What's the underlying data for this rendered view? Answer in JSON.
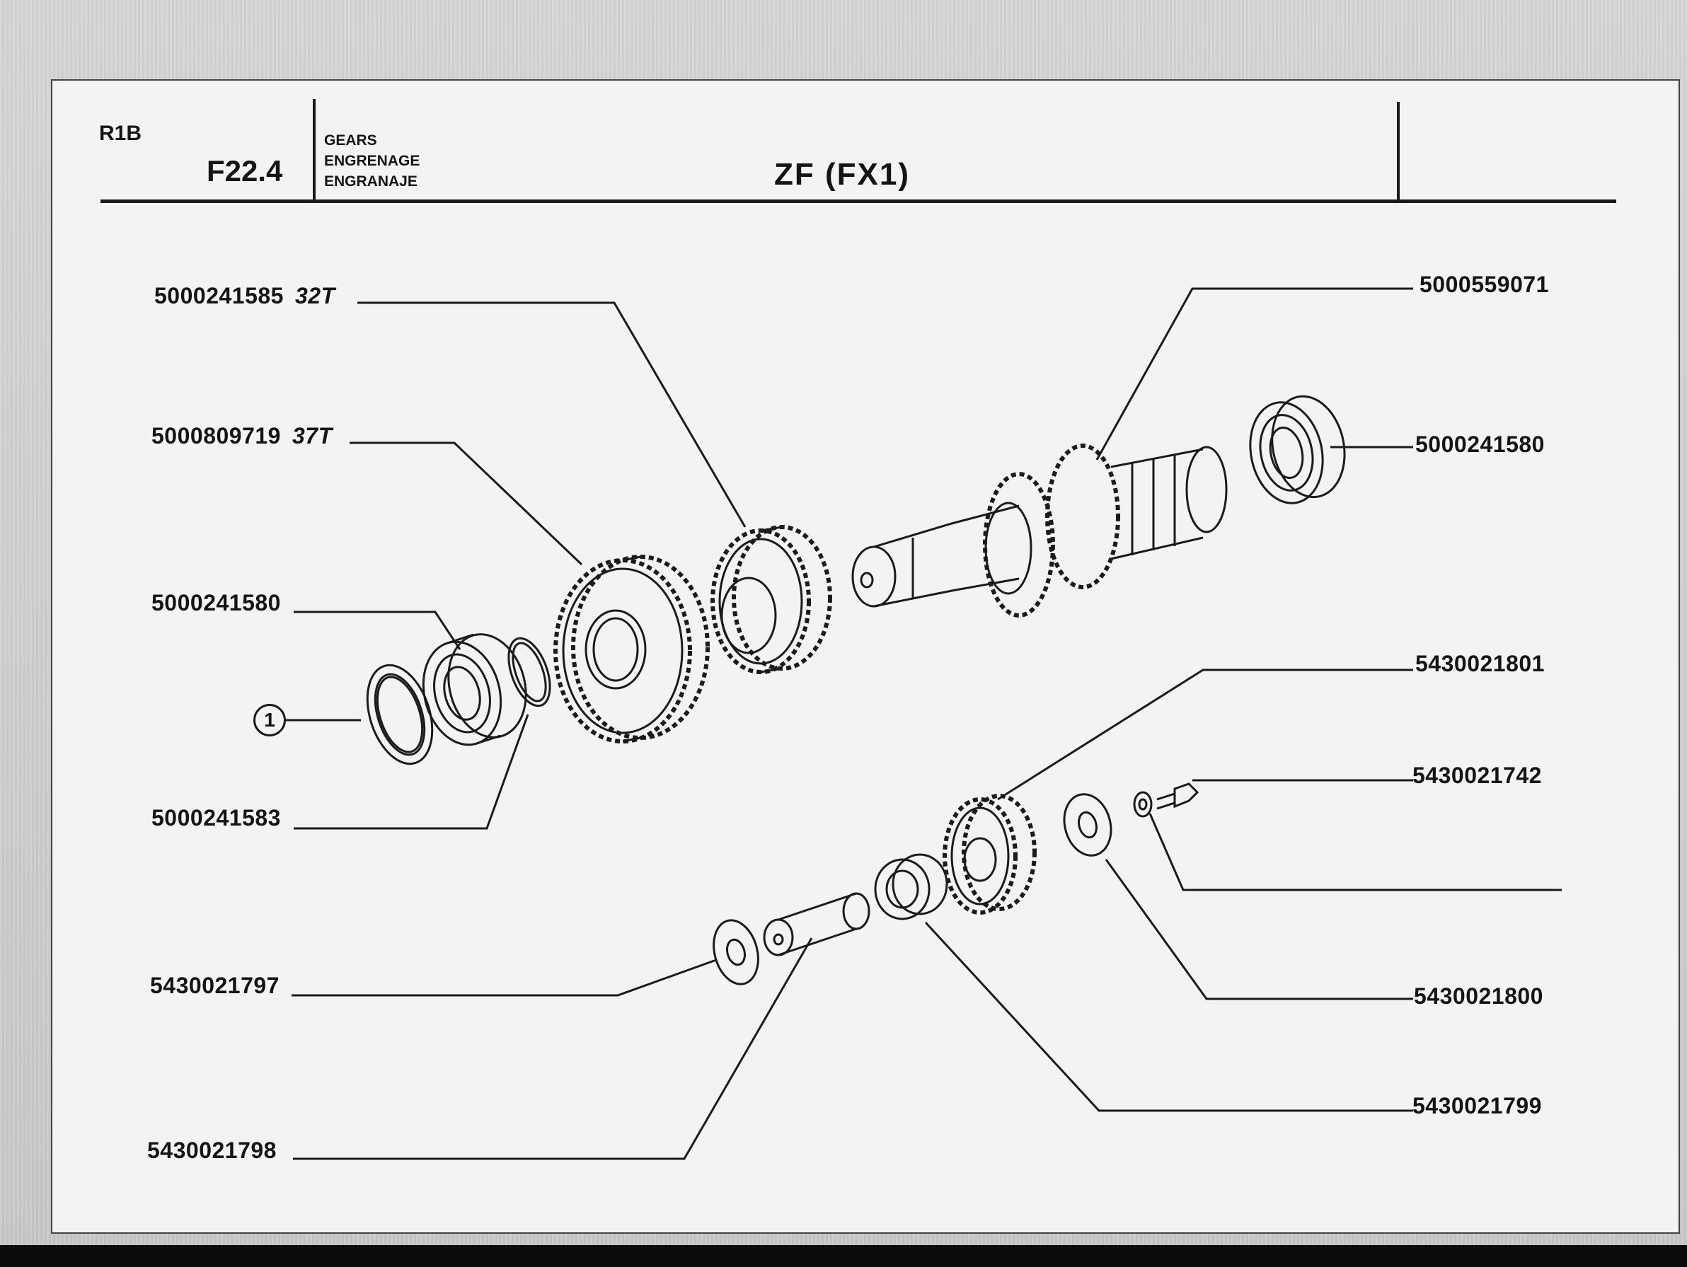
{
  "header": {
    "model_code": "R1B",
    "section_code": "F22.4",
    "section_title_lines": [
      "GEARS",
      "ENGRENAGE",
      "ENGRANAJE"
    ],
    "assembly_title": "ZF (FX1)"
  },
  "callout": "1",
  "parts": [
    {
      "id": "p1",
      "number": "5000241585",
      "teeth": "32T"
    },
    {
      "id": "p2",
      "number": "5000809719",
      "teeth": "37T"
    },
    {
      "id": "p3",
      "number": "5000241580"
    },
    {
      "id": "p4",
      "number": "5000241583"
    },
    {
      "id": "p5",
      "number": "5430021797"
    },
    {
      "id": "p6",
      "number": "5430021798"
    },
    {
      "id": "p7",
      "number": "5000559071"
    },
    {
      "id": "p8",
      "number": "5000241580"
    },
    {
      "id": "p9",
      "number": "5430021801"
    },
    {
      "id": "p10",
      "number": "5430021742"
    },
    {
      "id": "p11",
      "number": ""
    },
    {
      "id": "p12",
      "number": "5430021800"
    },
    {
      "id": "p13",
      "number": "5430021799"
    }
  ]
}
